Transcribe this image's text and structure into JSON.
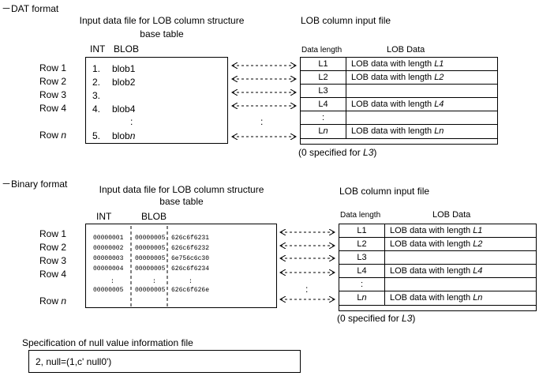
{
  "dat": {
    "heading": "－DAT format",
    "input_title_line1": "Input data file for LOB column structure",
    "input_title_line2": "base table",
    "col_int": "INT",
    "col_blob": "BLOB",
    "rows": [
      {
        "label": "Row 1",
        "int": "1.",
        "blob": "blob1"
      },
      {
        "label": "Row 2",
        "int": "2.",
        "blob": "blob2"
      },
      {
        "label": "Row 3",
        "int": "3.",
        "blob": ""
      },
      {
        "label": "Row 4",
        "int": "4.",
        "blob": "blob4"
      },
      {
        "label": "Row n",
        "int": "5.",
        "blob": "blobn"
      }
    ],
    "ellipsis": ":",
    "lob_title": "LOB column input file",
    "lob_col_length": "Data length",
    "lob_col_data": "LOB Data",
    "lob_rows": [
      {
        "length": "L1",
        "data": "LOB data with length L1"
      },
      {
        "length": "L2",
        "data": "LOB data with length L2"
      },
      {
        "length": "L3",
        "data": ""
      },
      {
        "length": "L4",
        "data": "LOB data with length L4"
      },
      {
        "length": ":",
        "data": ""
      },
      {
        "length": "Ln",
        "data": "LOB data with length Ln"
      }
    ],
    "note": "(0 specified for L3)"
  },
  "binary": {
    "heading": "－Binary format",
    "input_title_line1": "Input data file for LOB column structure",
    "input_title_line2": "base table",
    "col_int": "INT",
    "col_blob": "BLOB",
    "row_labels": [
      "Row 1",
      "Row 2",
      "Row 3",
      "Row 4",
      "Row n"
    ],
    "hex_rows": [
      [
        "00000001",
        "00000005",
        "626c6f6231"
      ],
      [
        "00000002",
        "00000005",
        "626c6f6232"
      ],
      [
        "00000003",
        "00000005",
        "6e756c6c30"
      ],
      [
        "00000004",
        "00000005",
        "626c6f6234"
      ],
      [
        ":",
        ":",
        ":"
      ],
      [
        "00000005",
        "00000005",
        "626c6f626e"
      ]
    ],
    "lob_title": "LOB column input file",
    "lob_col_length": "Data length",
    "lob_col_data": "LOB Data",
    "lob_rows": [
      {
        "length": "L1",
        "data": "LOB data with length L1"
      },
      {
        "length": "L2",
        "data": "LOB data with length L2"
      },
      {
        "length": "L3",
        "data": ""
      },
      {
        "length": "L4",
        "data": "LOB data with length L4"
      },
      {
        "length": ":",
        "data": ""
      },
      {
        "length": "Ln",
        "data": "LOB data with length Ln"
      }
    ],
    "note": "(0 specified for L3)"
  },
  "null_spec": {
    "title": "Specification of null value information file",
    "value": "2, null=(1,c' null0')"
  }
}
